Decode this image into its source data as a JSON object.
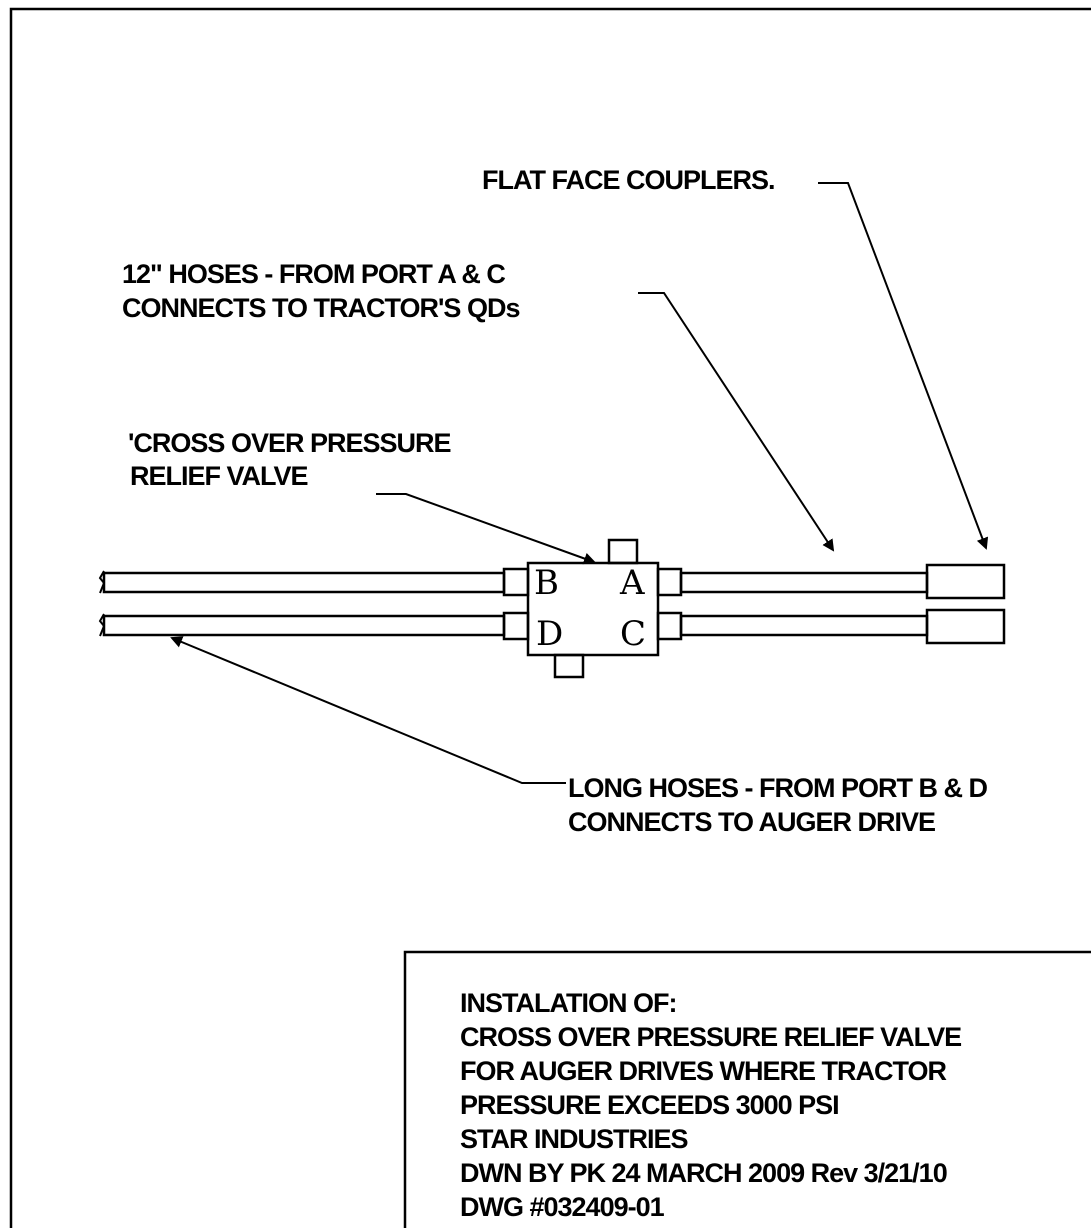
{
  "labels": {
    "couplers": "FLAT FACE COUPLERS.",
    "hoses12_line1": "12\" HOSES - FROM PORT A & C",
    "hoses12_line2": "CONNECTS TO TRACTOR'S QDs",
    "valve_line1": "'CROSS OVER PRESSURE",
    "valve_line2": "RELIEF VALVE",
    "long_line1": "LONG HOSES - FROM PORT B & D",
    "long_line2": "CONNECTS TO AUGER DRIVE"
  },
  "ports": {
    "a": "A",
    "b": "B",
    "c": "C",
    "d": "D"
  },
  "title_block": {
    "line1": "INSTALATION OF:",
    "line2": "CROSS OVER PRESSURE RELIEF VALVE",
    "line3": "FOR AUGER DRIVES WHERE TRACTOR",
    "line4": "PRESSURE EXCEEDS 3000 PSI",
    "line5": "STAR INDUSTRIES",
    "line6": "DWN BY PK 24 MARCH 2009 Rev 3/21/10",
    "line7": "DWG #032409-01"
  }
}
